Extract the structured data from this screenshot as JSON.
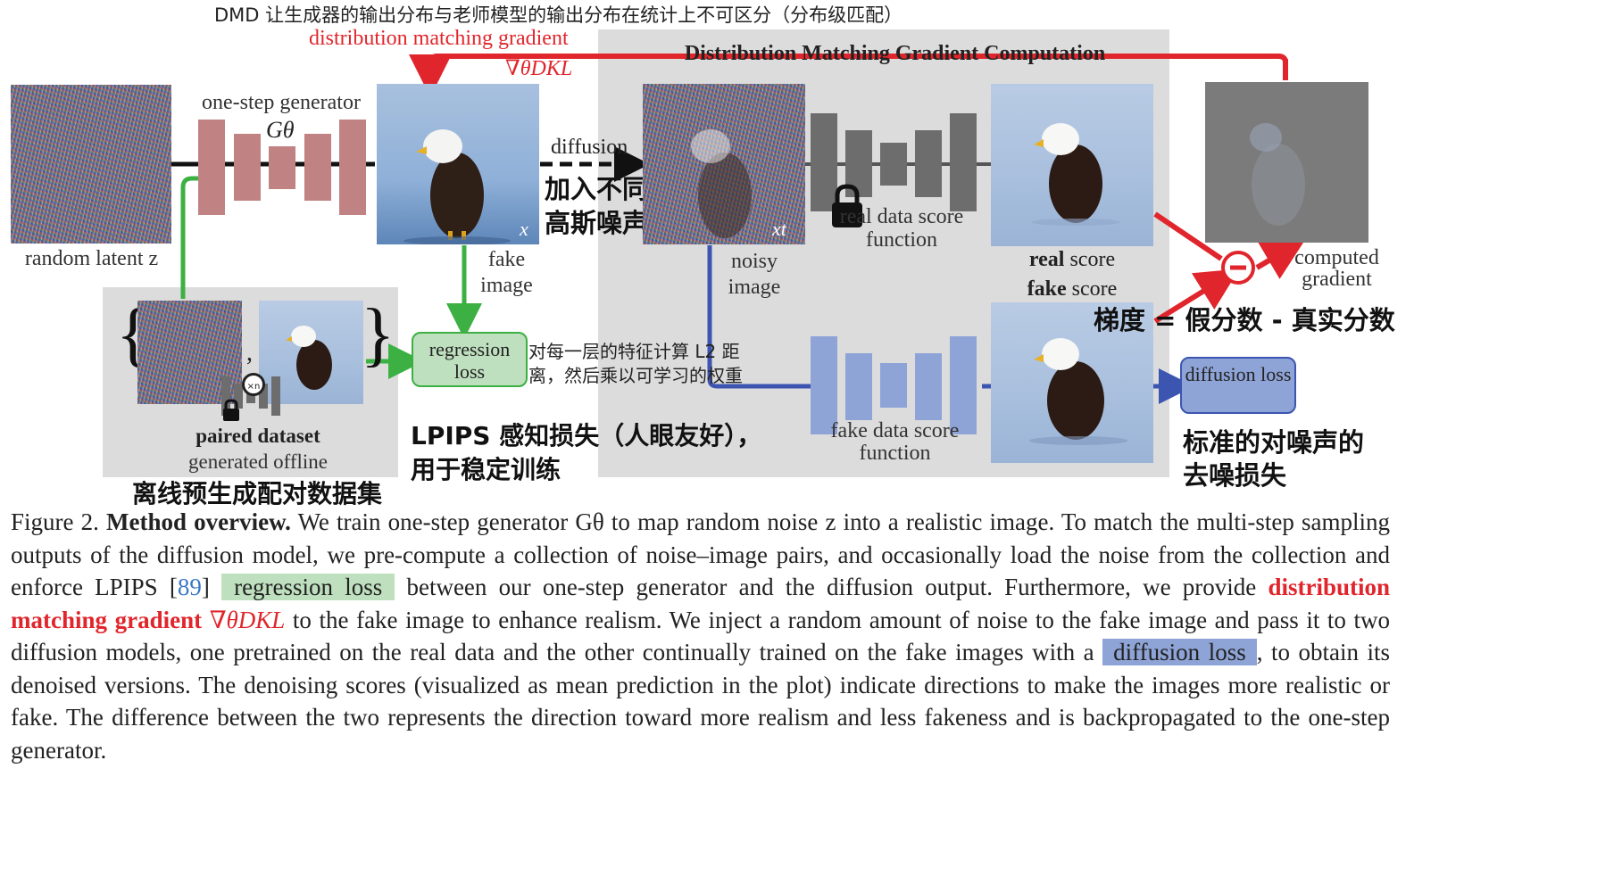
{
  "annotations": {
    "top_note": "DMD 让生成器的输出分布与老师模型的输出分布在统计上不可区分（分布级匹配）",
    "noise_levels": "加入不同强度的高斯噪声",
    "gradient_formula": "梯度 = 假分数 - 真实分数",
    "per_layer": "对每一层的特征计算 L2 距离，然后乘以可学习的权重",
    "lpips": "LPIPS 感知损失（人眼友好），用于稳定训练",
    "offline": "离线预生成配对数据集",
    "denoise": "标准的对噪声的去噪损失"
  },
  "diagram": {
    "dmg_label": "distribution matching gradient",
    "dmg_symbol": "∇θDKL",
    "panel_title": "Distribution Matching Gradient Computation",
    "generator_label": "one-step generator",
    "generator_symbol": "Gθ",
    "random_latent": "random latent z",
    "fake_image_label": "fake image",
    "x_label": "x",
    "diffusion_label": "diffusion",
    "noisy_image_label": "noisy image",
    "xt_label": "xt",
    "real_fn_label": "real data score function",
    "fake_fn_label": "fake data score function",
    "real_score_label": "real score",
    "fake_score_label": "fake score",
    "computed_gradient": "computed gradient",
    "regression_loss": "regression loss",
    "diffusion_loss": "diffusion loss",
    "paired_dataset": "paired dataset",
    "generated_offline": "generated offline",
    "xn": "×n"
  },
  "caption": {
    "fig": "Figure 2.",
    "title": "Method overview.",
    "s1": "We train one-step generator Gθ to map random noise z into a realistic image. To match the multi-step sampling outputs of the diffusion model, we pre-compute a collection of noise–image pairs, and occasionally load the noise from the collection and enforce LPIPS [",
    "ref": "89",
    "s2": "]",
    "hl1": "regression loss",
    "s3": "between our one-step generator and the diffusion output. Furthermore, we provide",
    "dmg": "distribution matching gradient",
    "dmg_sym": "∇θDKL",
    "s4": "to the fake image to enhance realism. We inject a random amount of noise to the fake image and pass it to two diffusion models, one pretrained on the real data and the other continually trained on the fake images with a",
    "hl2": "diffusion loss",
    "s5": ", to obtain its denoised versions. The denoising scores (visualized as mean prediction in the plot) indicate directions to make the images more realistic or fake. The difference between the two represents the direction toward more realism and less fakeness and is backpropagated to the one-step generator."
  }
}
